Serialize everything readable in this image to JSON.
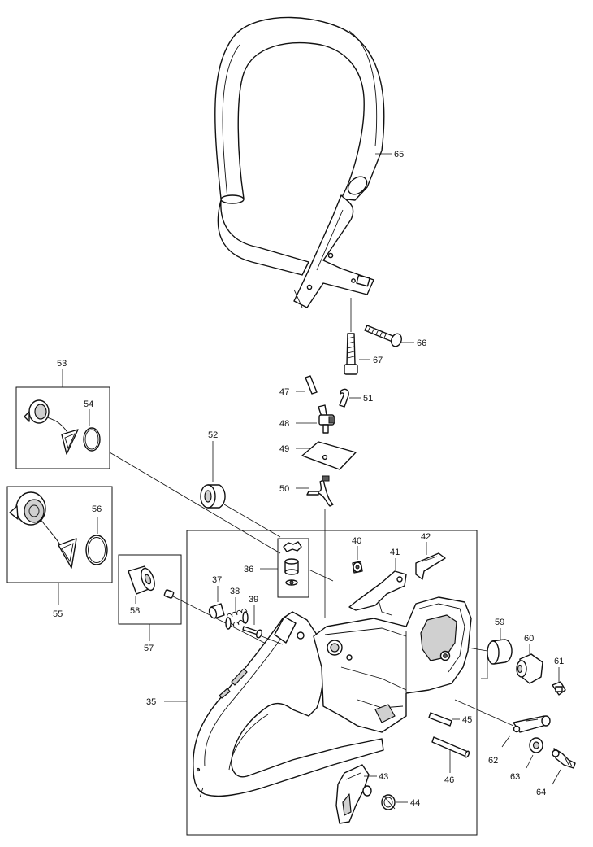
{
  "diagram": {
    "callouts": {
      "c35": "35",
      "c36": "36",
      "c37": "37",
      "c38": "38",
      "c39": "39",
      "c40": "40",
      "c41": "41",
      "c42": "42",
      "c43": "43",
      "c44": "44",
      "c45": "45",
      "c46": "46",
      "c47": "47",
      "c48": "48",
      "c49": "49",
      "c50": "50",
      "c51": "51",
      "c52": "52",
      "c53": "53",
      "c54": "54",
      "c55": "55",
      "c56": "56",
      "c57": "57",
      "c58": "58",
      "c59": "59",
      "c60": "60",
      "c61": "61",
      "c62": "62",
      "c63": "63",
      "c64": "64",
      "c65": "65",
      "c66": "66",
      "c67": "67"
    }
  }
}
